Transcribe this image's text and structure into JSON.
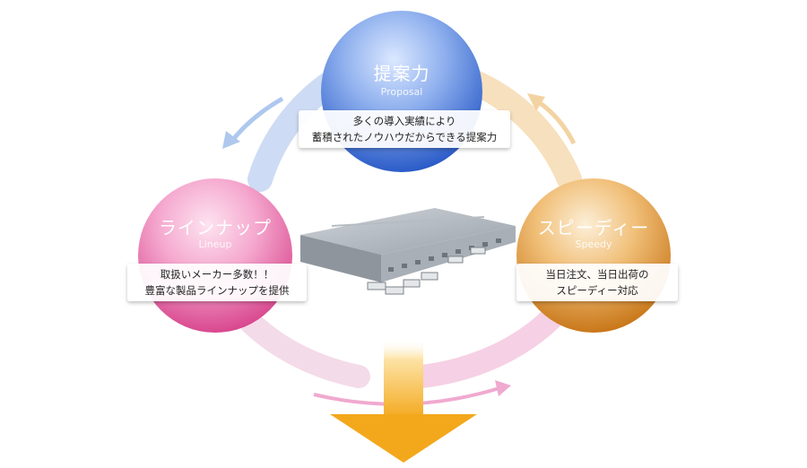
{
  "proposal": {
    "title": "提案力",
    "subtitle": "Proposal",
    "lines": [
      "多くの導入実績により",
      "蓄積されたノウハウだからできる提案力"
    ]
  },
  "lineup": {
    "title": "ラインナップ",
    "subtitle": "Lineup",
    "lines": [
      "取扱いメーカー多数！！",
      "豊富な製品ラインナップを提供"
    ]
  },
  "speedy": {
    "title": "スピーディー",
    "subtitle": "Speedy",
    "lines": [
      "当日注文、当日出荷の",
      "スピーディー対応"
    ]
  },
  "colors": {
    "blue": "#3f6fd6",
    "pink": "#e66ba8",
    "orange": "#d7891f",
    "ring_blue": "#c9daf3",
    "ring_orange": "#f6dcb4",
    "ring_pink": "#f4c7df",
    "arrow": "#f5b32a"
  },
  "icons": {
    "center": "warehouse-illustration",
    "flow": "down-arrow"
  }
}
